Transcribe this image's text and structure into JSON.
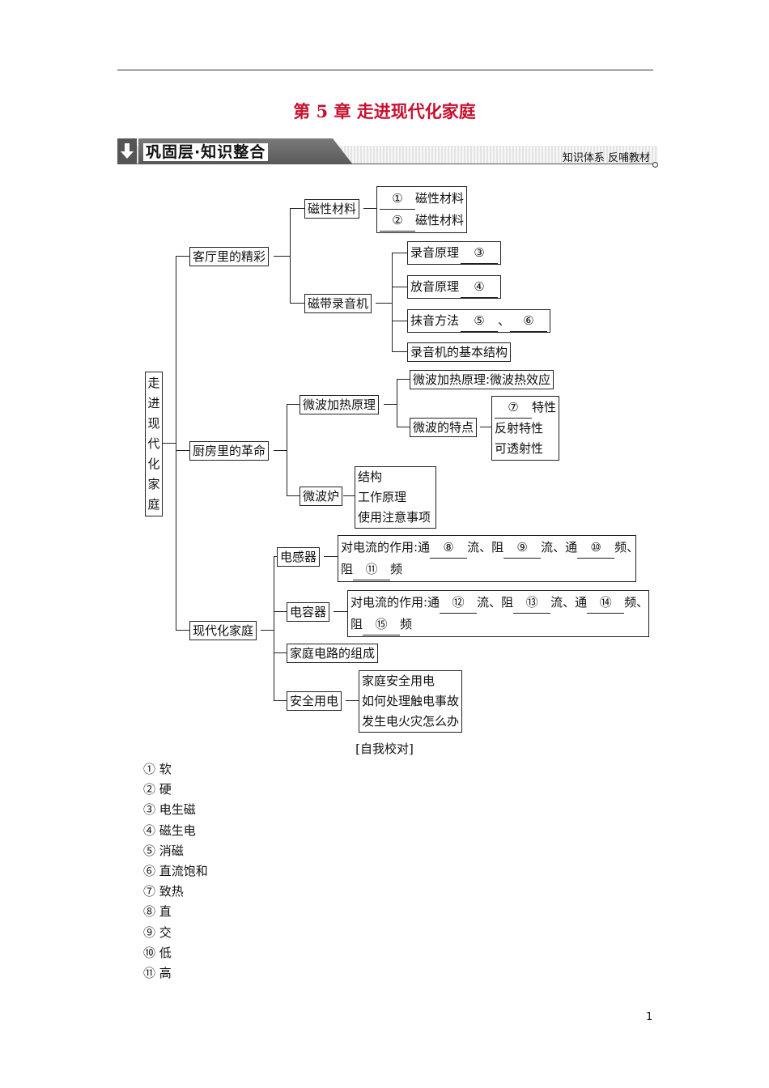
{
  "chapter_title": "第 5 章  走进现代化家庭",
  "banner": {
    "title": "巩固层·知识整合",
    "right_text": "知识体系  反哺教材"
  },
  "map": {
    "root": [
      "走",
      "进",
      "现",
      "代",
      "化",
      "家",
      "庭"
    ],
    "living_room": "客厅里的精彩",
    "magnetic_material": "磁性材料",
    "mm_soft": "磁性材料",
    "mm_hard": "磁性材料",
    "tape_recorder": "磁带录音机",
    "record_principle": "录音原理",
    "playback_principle": "放音原理",
    "erase_method": "抹音方法",
    "erase_sep": "、",
    "recorder_structure": "录音机的基本结构",
    "kitchen": "厨房里的革命",
    "microwave_heating": "微波加热原理",
    "heating_detail": "微波加热原理:微波热效应",
    "microwave_features": "微波的特点",
    "feature_heat": "特性",
    "feature_reflect": "反射特性",
    "feature_transmit": "可透射性",
    "microwave_oven": "微波炉",
    "oven_structure": "结构",
    "oven_principle": "工作原理",
    "oven_notes": "使用注意事项",
    "modern_home": "现代化家庭",
    "inductor": "电感器",
    "inductor_text_a": "对电流的作用:通",
    "inductor_text_b": "流、阻",
    "inductor_text_c": "流、通",
    "inductor_text_d": "频、",
    "inductor_text_e": "阻",
    "inductor_text_f": "频",
    "capacitor": "电容器",
    "capacitor_text_a": "对电流的作用:通",
    "capacitor_text_b": "流、阻",
    "capacitor_text_c": "流、通",
    "capacitor_text_d": "频、",
    "capacitor_text_e": "阻",
    "capacitor_text_f": "频",
    "home_circuit": "家庭电路的组成",
    "electric_safety": "安全用电",
    "safety_1": "家庭安全用电",
    "safety_2": "如何处理触电事故",
    "safety_3": "发生电火灾怎么办",
    "blanks": [
      "①",
      "②",
      "③",
      "④",
      "⑤",
      "⑥",
      "⑦",
      "⑧",
      "⑨",
      "⑩",
      "⑪",
      "⑫",
      "⑬",
      "⑭",
      "⑮"
    ]
  },
  "answer_caption": "[自我校对]",
  "answers": [
    "① 软",
    "② 硬",
    "③ 电生磁",
    "④ 磁生电",
    "⑤ 消磁",
    "⑥ 直流饱和",
    "⑦ 致热",
    "⑧ 直",
    "⑨ 交",
    "⑩ 低",
    "⑪ 高"
  ],
  "page_number": "1"
}
